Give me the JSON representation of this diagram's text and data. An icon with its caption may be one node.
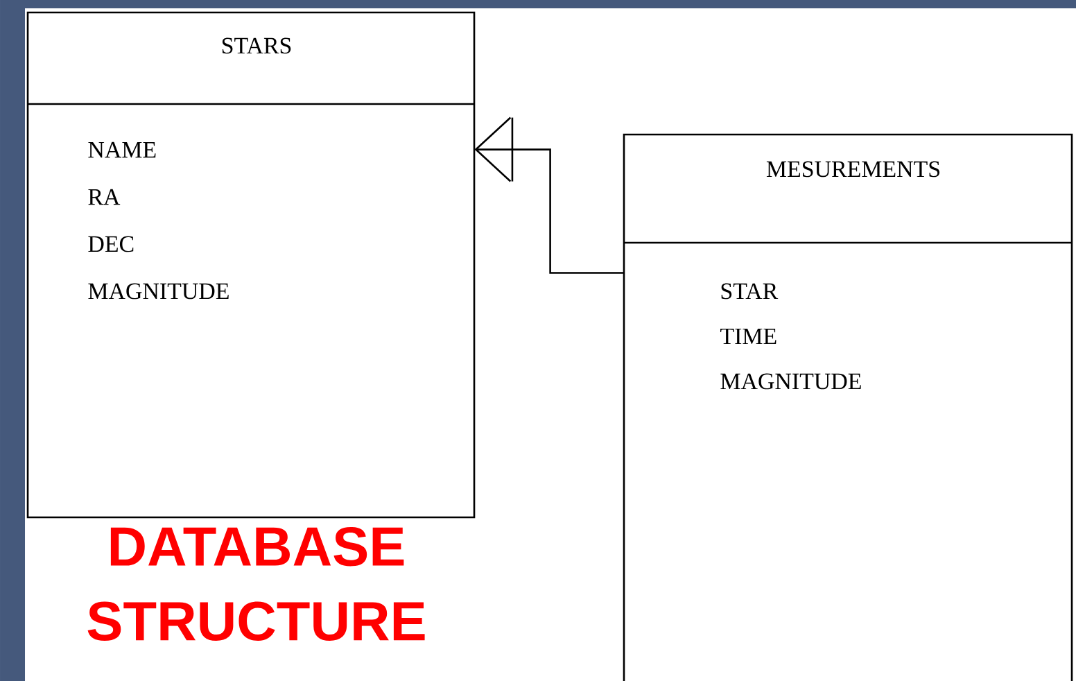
{
  "diagram": {
    "title": "DATABASE STRUCTURE",
    "nodes": [
      {
        "text": [
          "STARS",
          "NAME",
          "RA",
          "DEC",
          "MAGNITUDE"
        ]
      },
      {
        "text": [
          "MESUREMENTS",
          "STAR",
          "TIME",
          "MAGNITUDE"
        ]
      }
    ],
    "edges": [
      {
        "from": 1,
        "to": 0,
        "arrow": "to"
      }
    ]
  }
}
